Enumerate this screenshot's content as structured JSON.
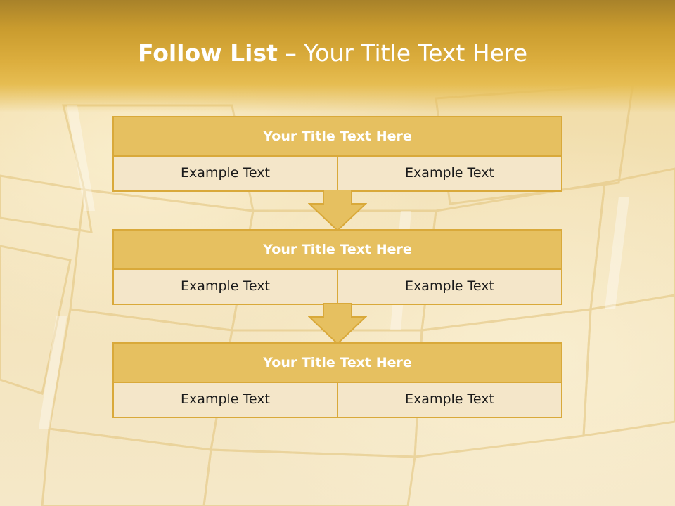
{
  "title": {
    "bold": "Follow List",
    "rest": " – Your Title Text Here"
  },
  "blocks": [
    {
      "heading": "Your Title Text Here",
      "left": "Example Text",
      "right": "Example Text"
    },
    {
      "heading": "Your Title Text Here",
      "left": "Example Text",
      "right": "Example Text"
    },
    {
      "heading": "Your Title Text Here",
      "left": "Example Text",
      "right": "Example Text"
    }
  ],
  "colors": {
    "header": "#dcae3e",
    "block_head": "#e6c060",
    "block_border": "#d9a93a",
    "cell_bg": "#f4e6c9",
    "arrow": "#e6c060"
  }
}
